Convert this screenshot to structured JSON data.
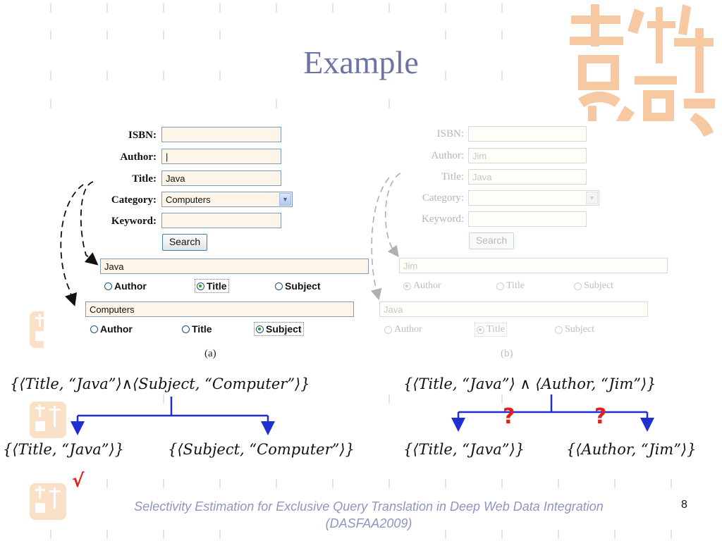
{
  "slide": {
    "title": "Example",
    "page_number": "8",
    "footer": {
      "line1": "Selectivity Estimation for Exclusive Query Translation in Deep Web Data Integration",
      "line2": "(DASFAA2009)"
    }
  },
  "panel_a": {
    "caption": "(a)",
    "form": {
      "isbn_label": "ISBN:",
      "author_label": "Author:",
      "title_label": "Title:",
      "category_label": "Category:",
      "keyword_label": "Keyword:",
      "isbn_value": "",
      "author_value": "|",
      "title_value": "Java",
      "category_value": "Computers",
      "keyword_value": "",
      "search_label": "Search"
    },
    "query1": {
      "value": "Java",
      "options": [
        "Author",
        "Title",
        "Subject"
      ],
      "selected": "Title"
    },
    "query2": {
      "value": "Computers",
      "options": [
        "Author",
        "Title",
        "Subject"
      ],
      "selected": "Subject"
    }
  },
  "panel_b": {
    "caption": "(b)",
    "form": {
      "isbn_label": "ISBN:",
      "author_label": "Author:",
      "title_label": "Title:",
      "category_label": "Category:",
      "keyword_label": "Keyword:",
      "isbn_value": "",
      "author_value": "Jim",
      "title_value": "Java",
      "category_value": "",
      "keyword_value": "",
      "search_label": "Search"
    },
    "query1": {
      "value": "Jim",
      "options": [
        "Author",
        "Title",
        "Subject"
      ],
      "selected": "Author"
    },
    "query2": {
      "value": "Java",
      "options": [
        "Author",
        "Title",
        "Subject"
      ],
      "selected": "Title"
    }
  },
  "formulas": {
    "left_top": "{⟨Title, “Java”⟩∧⟨Subject, “Computer”⟩}",
    "left_bottom_1": "{⟨Title, “Java”⟩}",
    "left_bottom_2": "{⟨Subject, “Computer”⟩}",
    "right_top": "{⟨Title, “Java”⟩ ∧ ⟨Author, “Jim”⟩}",
    "right_bottom_1": "{⟨Title, “Java”⟩}",
    "right_bottom_2": "{⟨Author, “Jim”⟩}"
  },
  "marks": {
    "check": "√",
    "question_1": "?",
    "question_2": "?"
  },
  "colors": {
    "title": "#6b73a8",
    "footer": "#8e96c0",
    "tree_lines": "#1f2fd0",
    "red_marks": "#e3201b",
    "logo": "#f6c49a"
  }
}
